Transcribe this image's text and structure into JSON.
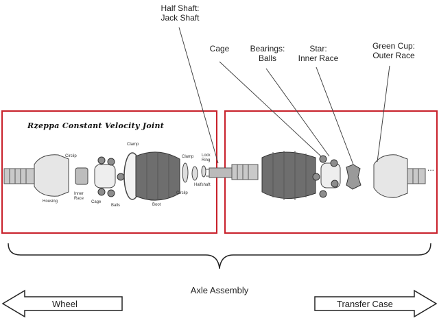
{
  "callouts": {
    "half_shaft": [
      "Half Shaft:",
      "Jack Shaft"
    ],
    "cage": "Cage",
    "bearings": [
      "Bearings:",
      "Balls"
    ],
    "star": [
      "Star:",
      "Inner Race"
    ],
    "green_cup": [
      "Green Cup:",
      "Outer Race"
    ]
  },
  "diagram": {
    "title": "Rzeppa Constant Velocity Joint",
    "parts": {
      "circlip_top": "Circlip",
      "clamp_left": "Clamp",
      "clamp_mid": "Clamp",
      "lock_ring": [
        "Lock",
        "Ring"
      ],
      "housing": "Housing",
      "inner_race": [
        "Inner",
        "Race"
      ],
      "cage": "Cage",
      "balls": "Balls",
      "boot": "Boot",
      "circlip_bottom": "Circlip",
      "halfshaft": "Halfshaft",
      "ellipsis": "..."
    }
  },
  "assembly_label": "Axle Assembly",
  "arrows": {
    "left": "Wheel",
    "right": "Transfer Case"
  },
  "colors": {
    "frame_red": "#c8202a",
    "part_gray": "#9a9a9a",
    "boot_dark": "#6e6e6e"
  }
}
